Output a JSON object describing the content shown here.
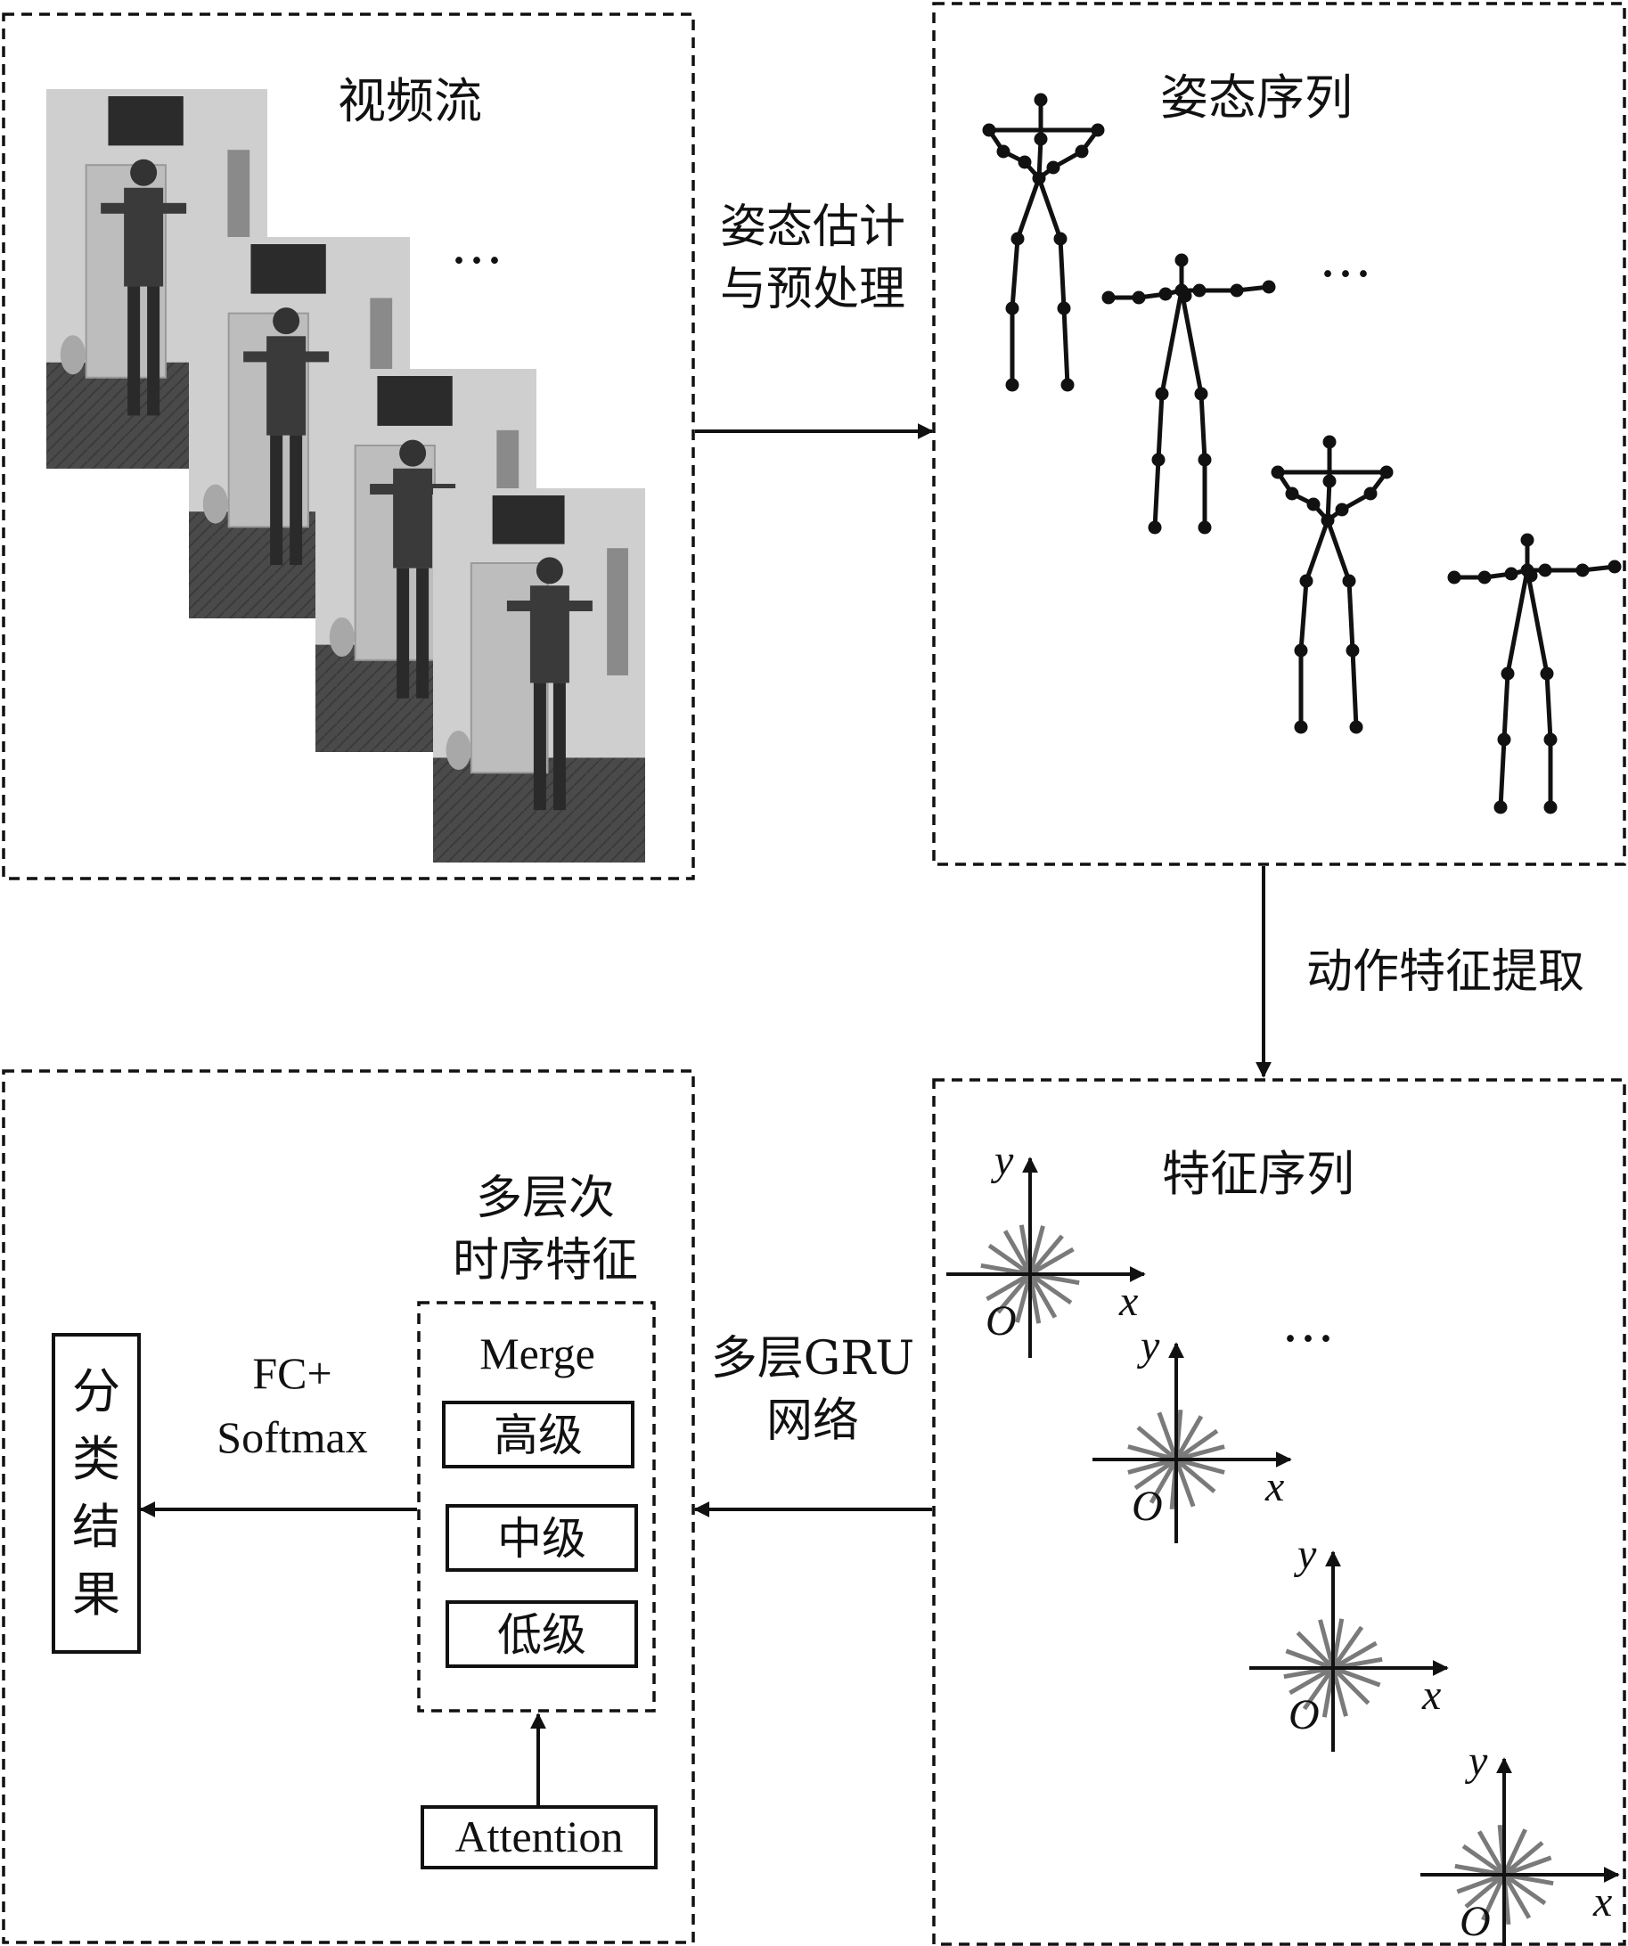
{
  "video_panel": {
    "title": "视频流",
    "ellipsis": "…"
  },
  "pose_arrow_label": [
    "姿态估计",
    "与预处理"
  ],
  "pose_panel": {
    "title": "姿态序列",
    "ellipsis": "…"
  },
  "feature_arrow_label": "动作特征提取",
  "feature_panel": {
    "title": "特征序列",
    "ellipsis": "…",
    "axis_x": "x",
    "axis_y": "y",
    "origin": "O"
  },
  "gru_arrow_label": [
    "多层GRU",
    "网络"
  ],
  "classifier_panel": {
    "multi_level_title": [
      "多层次",
      "时序特征"
    ],
    "merge_label": "Merge",
    "levels": [
      "高级",
      "中级",
      "低级"
    ],
    "attention_label": "Attention",
    "fc_label": [
      "FC+",
      "Softmax"
    ],
    "result_label": [
      "分",
      "类",
      "结",
      "果"
    ]
  }
}
